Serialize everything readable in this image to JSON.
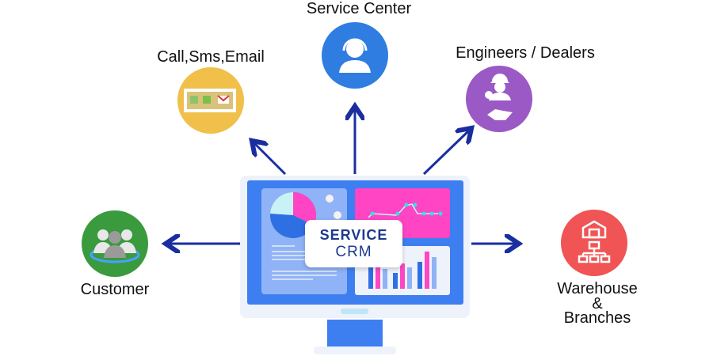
{
  "center": {
    "line1": "SERVICE",
    "line2": "CRM"
  },
  "nodes": {
    "service_center": {
      "label": "Service Center",
      "color": "#2f7de1",
      "icon": "headset-agent-icon"
    },
    "call_sms_email": {
      "label": "Call,Sms,Email",
      "color": "#f0c04a",
      "icon": "phone-sms-mail-icon"
    },
    "engineers": {
      "label": "Engineers / Dealers",
      "color": "#9b59c6",
      "icon": "engineer-handshake-icon"
    },
    "customer": {
      "label": "Customer",
      "color": "#3a9a3e",
      "icon": "users-group-icon"
    },
    "warehouse": {
      "label1": "Warehouse",
      "label2": "&",
      "label3": "Branches",
      "color": "#f05454",
      "icon": "warehouse-hierarchy-icon"
    }
  },
  "arrow_color": "#1a2ea0"
}
